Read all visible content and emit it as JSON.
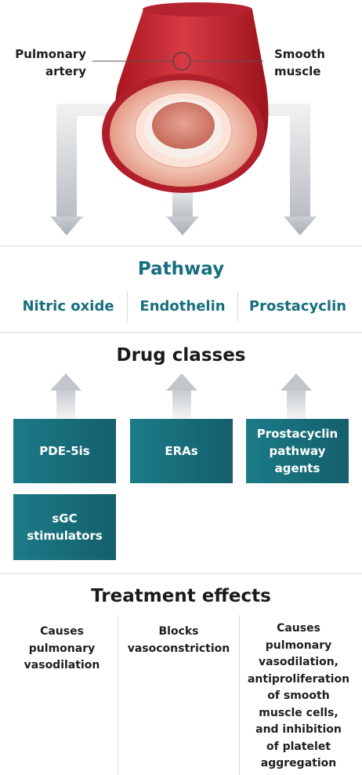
{
  "artery": {
    "label_left": "Pulmonary\nartery",
    "label_right": "Smooth\nmuscle"
  },
  "pathway": {
    "title": "Pathway",
    "items": [
      "Nitric oxide",
      "Endothelin",
      "Prostacyclin"
    ]
  },
  "drug_classes": {
    "title": "Drug classes",
    "boxes": [
      "PDE-5is",
      "ERAs",
      "Prostacyclin\npathway\nagents",
      "sGC\nstimulators"
    ]
  },
  "treatment_effects": {
    "title": "Treatment effects",
    "items": [
      "Causes\npulmonary\nvasodilation",
      "Blocks\nvasoconstriction",
      "Causes\npulmonary\nvasodilation,\nantiproliferation\nof smooth\nmuscle cells,\nand inhibition\nof platelet\naggregation"
    ]
  },
  "colors": {
    "teal": "#176e7e",
    "box": "#1a7381",
    "artery_red": "#c8283a",
    "arrow_gray": "#c4c8cc"
  }
}
